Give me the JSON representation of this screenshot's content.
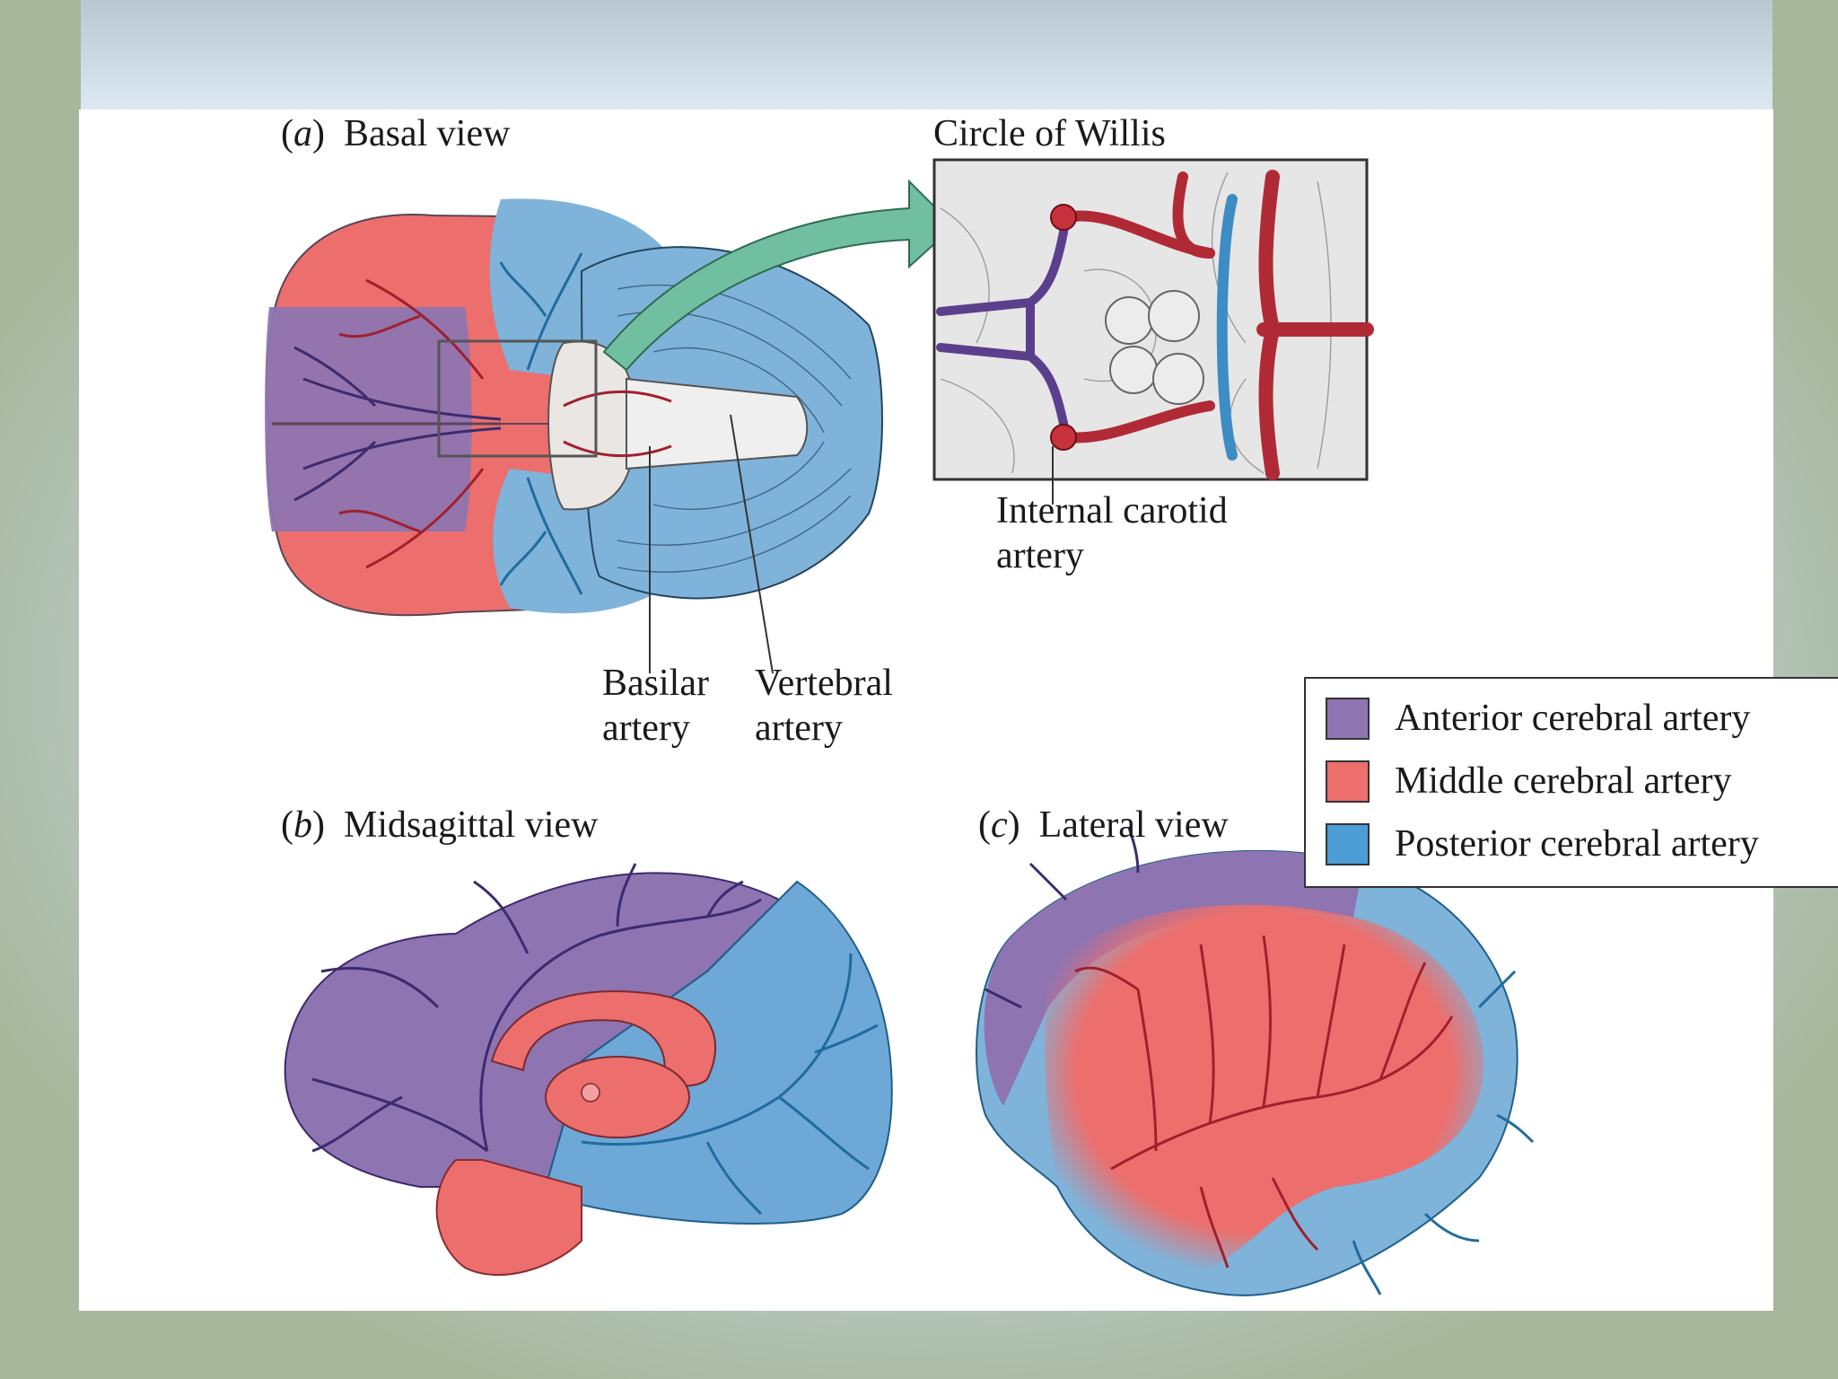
{
  "panels": {
    "a": {
      "letter": "a",
      "title": "Basal view"
    },
    "b": {
      "letter": "b",
      "title": "Midsagittal view"
    },
    "c": {
      "letter": "c",
      "title": "Lateral view"
    }
  },
  "inset": {
    "title": "Circle of Willis"
  },
  "labels": {
    "internal_carotid_line1": "Internal carotid",
    "internal_carotid_line2": "artery",
    "basilar_line1": "Basilar",
    "basilar_line2": "artery",
    "vertebral_line1": "Vertebral",
    "vertebral_line2": "artery"
  },
  "legend": [
    {
      "label": "Anterior cerebral artery",
      "color": "#8e74b1"
    },
    {
      "label": "Middle cerebral artery",
      "color": "#ec6f6d"
    },
    {
      "label": "Posterior cerebral artery",
      "color": "#4c9dd6"
    }
  ],
  "colors": {
    "anterior_territory": "#8e74b1",
    "middle_territory": "#ec6f6d",
    "posterior_territory": "#7fb3da",
    "anterior_vessel": "#3d2a6e",
    "middle_vessel": "#a0202e",
    "posterior_vessel": "#1f6c9e",
    "arrow": "#6fbfa0"
  }
}
